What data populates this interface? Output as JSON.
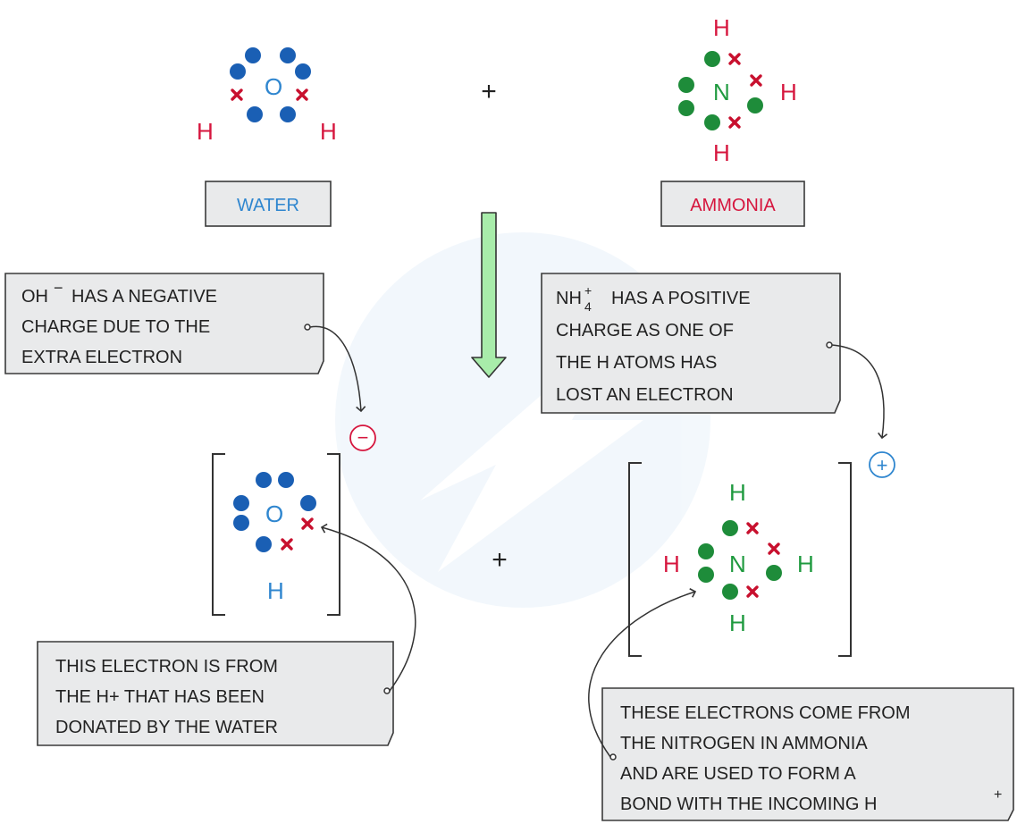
{
  "colors": {
    "oxygen_electron": "#1a5fb4",
    "nitrogen_electron": "#1e8c3a",
    "hydrogen_cross": "#c8102e",
    "h_red": "#d6163e",
    "h_blue": "#2f86cf",
    "h_green": "#1f9a3f",
    "label_box_fill": "#e9eaeb",
    "label_box_stroke": "#3a3a3a",
    "arrow_fill": "#a8ecaa",
    "arrow_stroke": "#333333",
    "plus_blue": "#2f86cf",
    "minus_red": "#d6163e"
  },
  "reactants": {
    "water": {
      "center": "O",
      "hydrogens": [
        "H",
        "H"
      ],
      "label": "WATER"
    },
    "plus": "+",
    "ammonia": {
      "center": "N",
      "hydrogens": [
        "H",
        "H",
        "H"
      ],
      "label": "AMMONIA"
    }
  },
  "products": {
    "hydroxide": {
      "center": "O",
      "hydrogen": "H",
      "charge_symbol": "−"
    },
    "plus": "+",
    "ammonium": {
      "center": "N",
      "hydrogens": [
        "H",
        "H",
        "H",
        "H"
      ],
      "charge_symbol": "+"
    }
  },
  "notes": {
    "oh_note": {
      "lines": [
        "HAS A NEGATIVE",
        "CHARGE  DUE  TO THE",
        "EXTRA  ELECTRON"
      ],
      "formula": "OH",
      "formula_sup": "−"
    },
    "nh4_note": {
      "lines": [
        "HAS A POSITIVE",
        "CHARGE AS ONE OF",
        "THE H ATOMS HAS",
        "LOST AN  ELECTRON"
      ],
      "formula": "NH",
      "formula_sub": "4",
      "formula_sup": "+"
    },
    "water_electron_note": {
      "lines": [
        "THIS ELECTRON IS FROM",
        "THE H+ THAT HAS BEEN",
        "DONATED BY THE WATER"
      ]
    },
    "ammonia_electron_note": {
      "lines": [
        "THESE ELECTRONS COME FROM",
        "THE  NITROGEN  IN  AMMONIA",
        "AND ARE USED TO FORM A",
        "BOND WITH THE INCOMING H"
      ],
      "last_sup": "+"
    }
  }
}
